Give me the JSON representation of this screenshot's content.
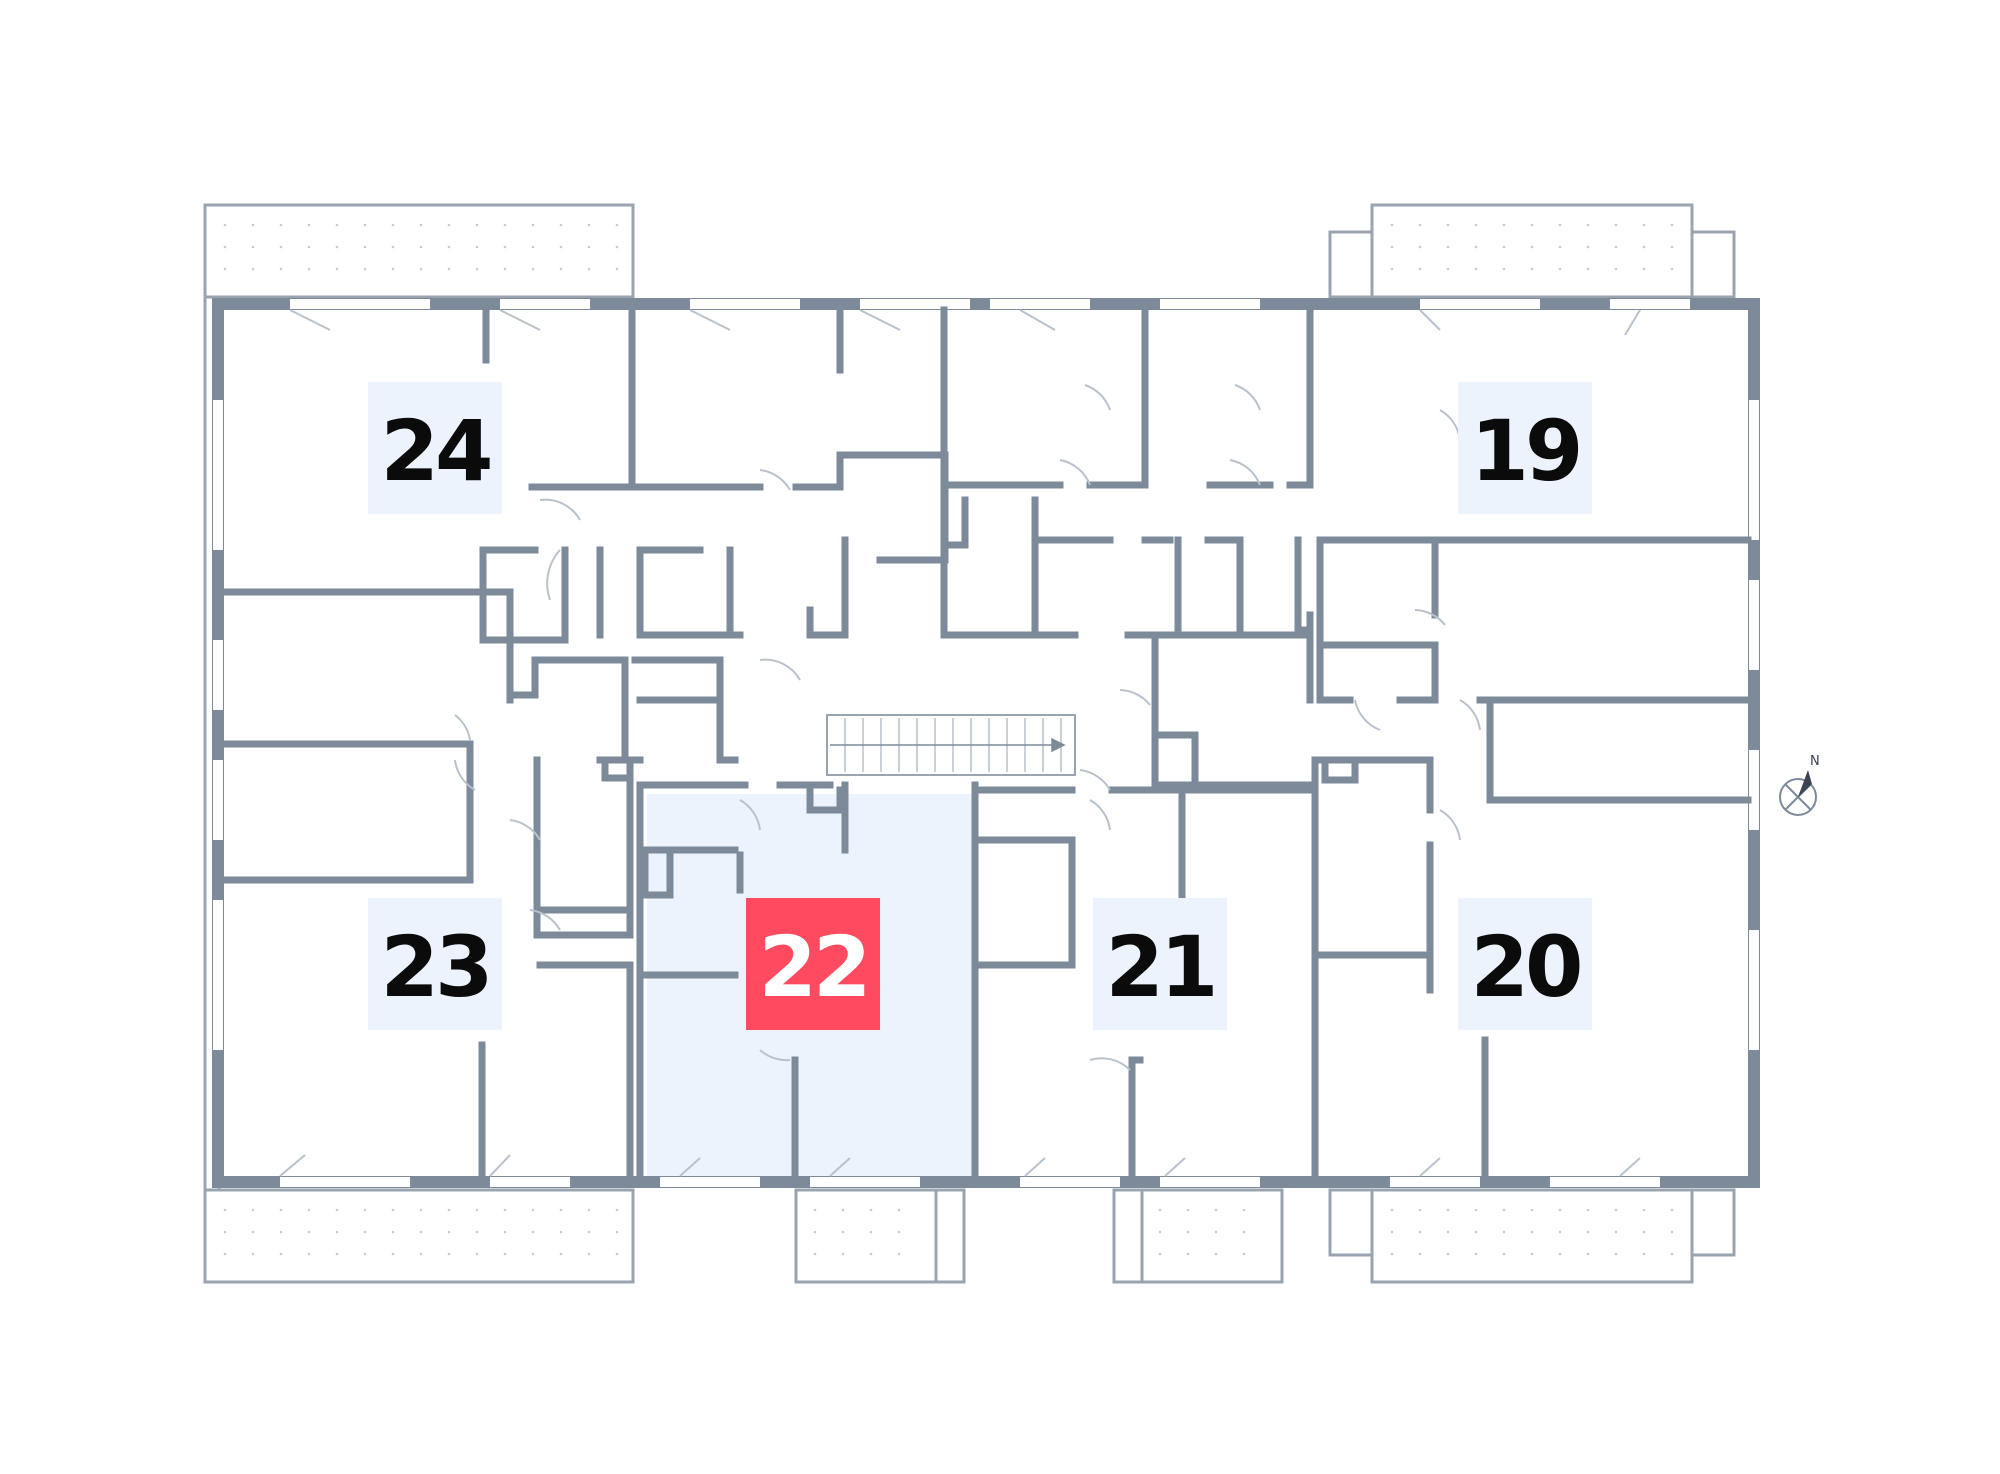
{
  "apartments": [
    {
      "id": "apt-24",
      "number": "24",
      "selected": false
    },
    {
      "id": "apt-19",
      "number": "19",
      "selected": false
    },
    {
      "id": "apt-23",
      "number": "23",
      "selected": false
    },
    {
      "id": "apt-22",
      "number": "22",
      "selected": true
    },
    {
      "id": "apt-21",
      "number": "21",
      "selected": false
    },
    {
      "id": "apt-20",
      "number": "20",
      "selected": false
    }
  ],
  "compass": {
    "label": "N",
    "icon": "north-arrow-icon"
  },
  "colors": {
    "wall": "#7d8a99",
    "label_background": "#edf3fd",
    "selected_apartment": "#ff4a60",
    "selected_fill": "#edf3fd"
  }
}
